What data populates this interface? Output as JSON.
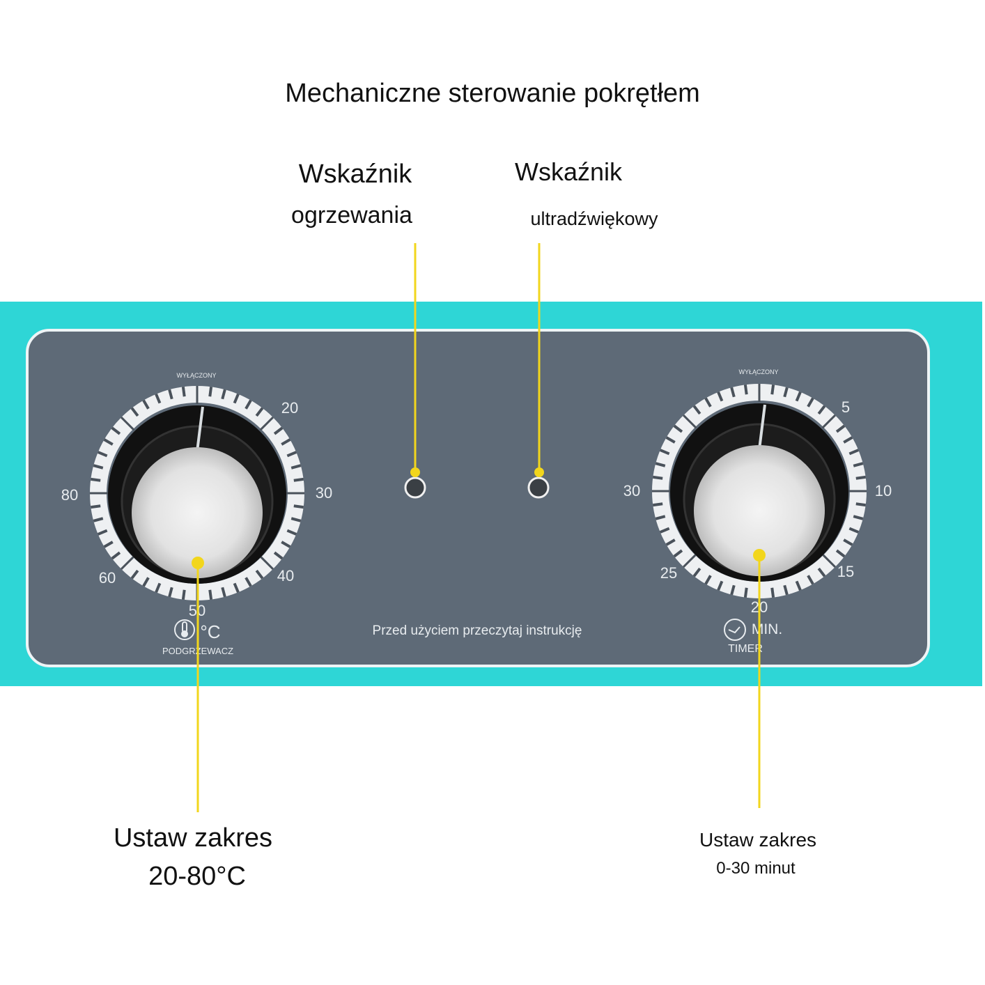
{
  "title": "Mechaniczne sterowanie pokrętłem",
  "callouts": {
    "heating_indicator": [
      "Wskaźnik",
      "ogrzewania"
    ],
    "ultrasonic_indicator": [
      "Wskaźnik",
      "ultradźwiękowy"
    ],
    "temp_range": [
      "Ustaw zakres",
      "20-80°C"
    ],
    "time_range": [
      "Ustaw zakres",
      "0-30 minut"
    ]
  },
  "panel": {
    "notice": "Przed użyciem przeczytaj instrukcję",
    "heater_knob": {
      "off_label": "WYŁĄCZONY",
      "scale": [
        "20",
        "30",
        "40",
        "50",
        "60",
        "80"
      ],
      "unit": "°C",
      "name": "PODGRZEWACZ",
      "icon": "thermometer-icon"
    },
    "timer_knob": {
      "off_label": "WYŁĄCZONY",
      "scale": [
        "5",
        "10",
        "15",
        "20",
        "25",
        "30"
      ],
      "unit": "MIN.",
      "name": "TIMER",
      "icon": "clock-icon"
    }
  },
  "colors": {
    "teal": "#2ed6d6",
    "panel": "#5e6a77",
    "leader": "#f2d61c"
  }
}
